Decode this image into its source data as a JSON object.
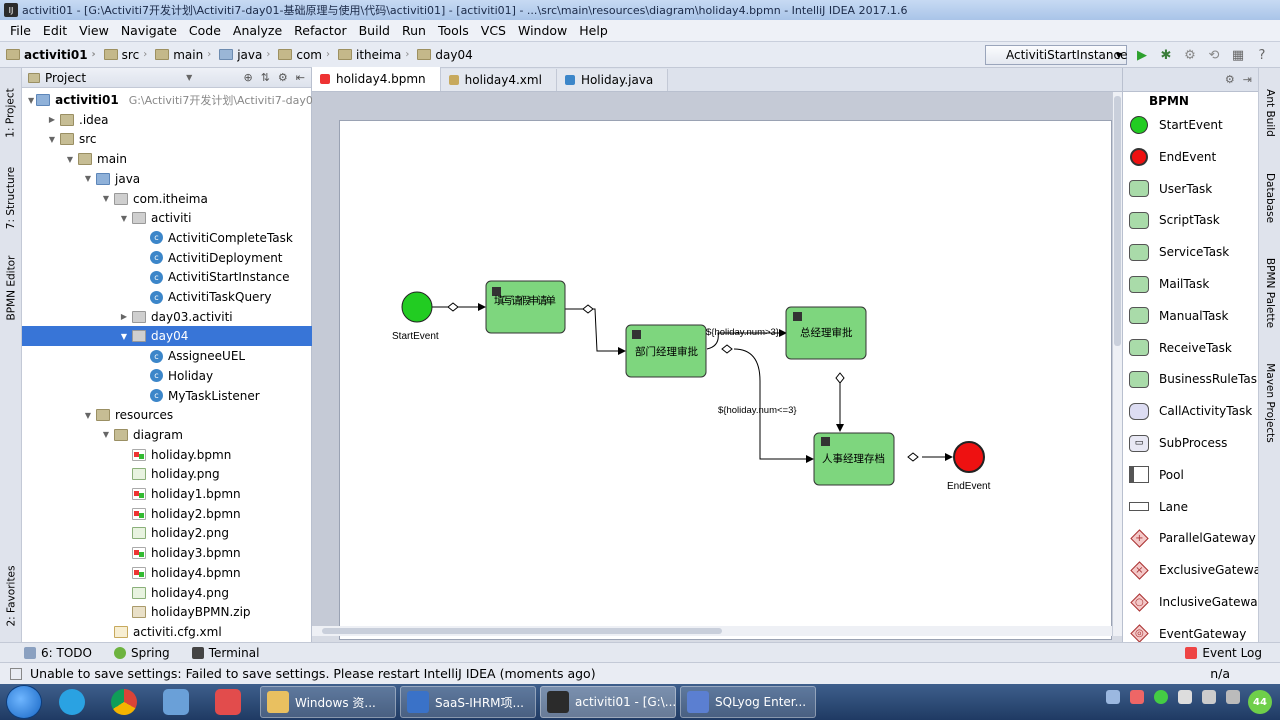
{
  "window": {
    "title": "activiti01 - [G:\\Activiti7开发计划\\Activiti7-day01-基础原理与使用\\代码\\activiti01] - [activiti01] - ...\\src\\main\\resources\\diagram\\holiday4.bpmn - IntelliJ IDEA 2017.1.6"
  },
  "menu": [
    "File",
    "Edit",
    "View",
    "Navigate",
    "Code",
    "Analyze",
    "Refactor",
    "Build",
    "Run",
    "Tools",
    "VCS",
    "Window",
    "Help"
  ],
  "breadcrumbs": [
    "activiti01",
    "src",
    "main",
    "java",
    "com",
    "itheima",
    "day04"
  ],
  "run_config": "ActivitiStartInstance",
  "left_tabs": [
    "1: Project",
    "7: Structure",
    "BPMN Editor",
    "2: Favorites"
  ],
  "project": {
    "title": "Project",
    "root_path": "G:\\Activiti7开发计划\\Activiti7-day01-",
    "tree": [
      {
        "label": "activiti01",
        "icon": "folder-blue",
        "arrow": "▼",
        "bold": true
      },
      {
        "label": ".idea",
        "icon": "folder",
        "arrow": "▶"
      },
      {
        "label": "src",
        "icon": "folder",
        "arrow": "▼"
      },
      {
        "label": "main",
        "icon": "folder",
        "arrow": "▼"
      },
      {
        "label": "java",
        "icon": "folder-blue",
        "arrow": "▼"
      },
      {
        "label": "com.itheima",
        "icon": "folder-pkg",
        "arrow": "▼"
      },
      {
        "label": "activiti",
        "icon": "folder-pkg",
        "arrow": "▼"
      },
      {
        "label": "ActivitiCompleteTask",
        "icon": "class",
        "arrow": ""
      },
      {
        "label": "ActivitiDeployment",
        "icon": "class",
        "arrow": ""
      },
      {
        "label": "ActivitiStartInstance",
        "icon": "class",
        "arrow": ""
      },
      {
        "label": "ActivitiTaskQuery",
        "icon": "class",
        "arrow": ""
      },
      {
        "label": "day03.activiti",
        "icon": "folder-pkg",
        "arrow": "▶"
      },
      {
        "label": "day04",
        "icon": "folder-pkg",
        "arrow": "▼",
        "selected": true
      },
      {
        "label": "AssigneeUEL",
        "icon": "class",
        "arrow": ""
      },
      {
        "label": "Holiday",
        "icon": "class",
        "arrow": ""
      },
      {
        "label": "MyTaskListener",
        "icon": "class",
        "arrow": ""
      },
      {
        "label": "resources",
        "icon": "folder",
        "arrow": "▼"
      },
      {
        "label": "diagram",
        "icon": "folder",
        "arrow": "▼"
      },
      {
        "label": "holiday.bpmn",
        "icon": "bpmn",
        "arrow": ""
      },
      {
        "label": "holiday.png",
        "icon": "png",
        "arrow": ""
      },
      {
        "label": "holiday1.bpmn",
        "icon": "bpmn",
        "arrow": ""
      },
      {
        "label": "holiday2.bpmn",
        "icon": "bpmn",
        "arrow": ""
      },
      {
        "label": "holiday2.png",
        "icon": "png",
        "arrow": ""
      },
      {
        "label": "holiday3.bpmn",
        "icon": "bpmn",
        "arrow": ""
      },
      {
        "label": "holiday4.bpmn",
        "icon": "bpmn",
        "arrow": ""
      },
      {
        "label": "holiday4.png",
        "icon": "png",
        "arrow": ""
      },
      {
        "label": "holidayBPMN.zip",
        "icon": "zip",
        "arrow": ""
      },
      {
        "label": "activiti.cfg.xml",
        "icon": "xml",
        "arrow": ""
      }
    ]
  },
  "editor_tabs": [
    {
      "label": "holiday4.bpmn",
      "active": true,
      "color": "#e33"
    },
    {
      "label": "holiday4.xml",
      "active": false,
      "color": "#c7a95d"
    },
    {
      "label": "Holiday.java",
      "active": false,
      "color": "#3c86c9"
    }
  ],
  "diagram": {
    "start_label": "StartEvent",
    "end_label": "EndEvent",
    "tasks": {
      "fill_leave": "填写请假申请单",
      "dept_manager": "部门经理审批",
      "general_manager": "总经理审批",
      "hr_manager": "人事经理存档"
    },
    "conditions": {
      "gt3": "${holiday.num>3}",
      "le3": "${holiday.num<=3}"
    },
    "colors": {
      "start": "#22cc22",
      "end": "#ee1111",
      "task": "#7ed67e"
    }
  },
  "palette": {
    "title": "BPMN",
    "items": [
      {
        "label": "StartEvent",
        "kind": "start"
      },
      {
        "label": "EndEvent",
        "kind": "end"
      },
      {
        "label": "UserTask",
        "kind": "task"
      },
      {
        "label": "ScriptTask",
        "kind": "task"
      },
      {
        "label": "ServiceTask",
        "kind": "task"
      },
      {
        "label": "MailTask",
        "kind": "task"
      },
      {
        "label": "ManualTask",
        "kind": "task"
      },
      {
        "label": "ReceiveTask",
        "kind": "task"
      },
      {
        "label": "BusinessRuleTask",
        "kind": "task"
      },
      {
        "label": "CallActivityTask",
        "kind": "call"
      },
      {
        "label": "SubProcess",
        "kind": "sub"
      },
      {
        "label": "Pool",
        "kind": "pool"
      },
      {
        "label": "Lane",
        "kind": "lane"
      },
      {
        "label": "ParallelGateway",
        "kind": "gw",
        "glyph": "+"
      },
      {
        "label": "ExclusiveGateway",
        "kind": "gw",
        "glyph": "×"
      },
      {
        "label": "InclusiveGateway",
        "kind": "gw",
        "glyph": "○"
      },
      {
        "label": "EventGateway",
        "kind": "gw",
        "glyph": "◎"
      }
    ]
  },
  "right_tabs": [
    "Ant Build",
    "Database",
    "BPMN Palette",
    "Maven Projects"
  ],
  "bottom_tools": [
    "6: TODO",
    "Spring",
    "Terminal"
  ],
  "event_log": "Event Log",
  "status": {
    "message": "Unable to save settings: Failed to save settings. Please restart IntelliJ IDEA (moments ago)",
    "right": "n/a"
  },
  "taskbar": {
    "windows": [
      "Windows 资...",
      "SaaS-IHRM项...",
      "activiti01 - [G:\\...",
      "SQLyog Enter..."
    ],
    "clock_badge": "44"
  }
}
